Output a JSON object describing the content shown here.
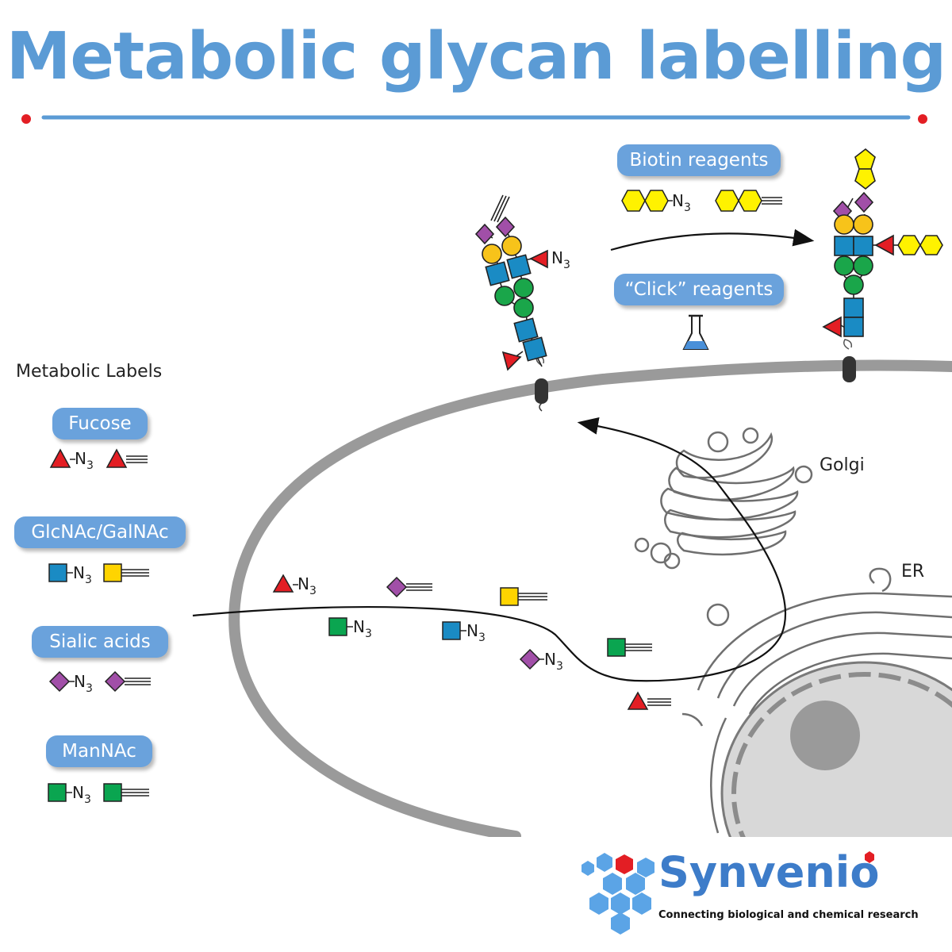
{
  "title": "Metabolic glycan labelling",
  "labels_heading": "Metabolic Labels",
  "categories": [
    {
      "name": "Fucose"
    },
    {
      "name": "GlcNAc/GalNAc"
    },
    {
      "name": "Sialic acids"
    },
    {
      "name": "ManNAc"
    }
  ],
  "reagents": {
    "biotin": "Biotin reagents",
    "click": "“Click” reagents"
  },
  "organelles": {
    "golgi": "Golgi",
    "er": "ER"
  },
  "azide": "N",
  "azide_sub": "3",
  "brand": {
    "name": "Synvenio",
    "tagline": "Connecting biological and chemical research"
  },
  "colors": {
    "accent": "#5b9bd5",
    "pill": "#6aa2dc",
    "fucose_red": "#e31e24",
    "glcnac_blue": "#1a8bc4",
    "galnac_yellow": "#ffd400",
    "sialic_purple": "#a14fa8",
    "mannac_green": "#0aa550",
    "gal_yellow": "#f7c31a",
    "glc_green": "#1aa64a",
    "biotin_yellow": "#fff200",
    "membrane_gray": "#9a9a9a",
    "brand_red": "#e31e24",
    "brand_blue": "#3d7cc9"
  }
}
